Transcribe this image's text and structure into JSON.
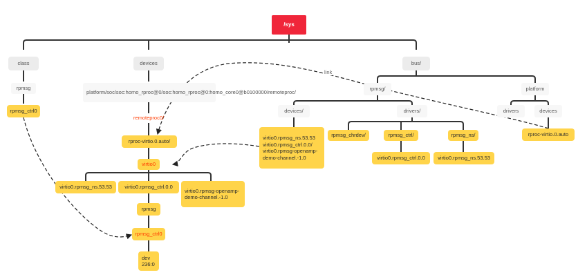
{
  "root": "/sys",
  "level1": {
    "class": "class",
    "devices": "devices",
    "bus": "bus/"
  },
  "class_branch": {
    "rpmsg": "rpmsg",
    "rpmsg_ctrl0": "rpmsg_ctrl0"
  },
  "devices_branch": {
    "platform_path": "platform/soc/soc:homo_rproc@0/soc:homo_rproc@0:homo_core0@b0100000/remoteproc/",
    "remoteproc0": "remoteproc0/",
    "rproc_virtio": "rproc-virtio.0.auto/",
    "virtio0": "virtio0",
    "ns": "virtio0.rpmsg_ns.53.53",
    "ctrl": "virtio0.rpmsg_ctrl.0.0",
    "demo": "virtio0.rpmsg-openamp-demo-channel.-1.0",
    "rpmsg": "rpmsg",
    "rpmsg_ctrl0": "rpmsg_ctrl0",
    "dev": "dev\n236:0"
  },
  "bus_branch": {
    "rpmsg": "rpmsg/",
    "platform": "platform",
    "devices_dir": "devices/",
    "drivers_dir": "drivers/",
    "devices_list": "virtio0.rpmsg_ns.53.53\nvirtio0.rpmsg_ctrl.0.0/\nvirtio0.rpmsg-openamp-demo-channel.-1.0",
    "chrdev": "rpmsg_chrdev/",
    "ctrl_dir": "rpmsg_ctrl/",
    "ns_dir": "rpmsg_ns/",
    "ctrl_child": "virtio0.rpmsg_ctrl.0.0",
    "ns_child": "virtio0.rpmsg_ns.53.53",
    "platform_drivers": "drivers",
    "platform_devices": "devices",
    "rproc_auto": "rproc-virtio.0.auto"
  },
  "link_label": "link",
  "colors": {
    "root": "#f0263a",
    "node_yellow": "#ffd44a",
    "node_grey": "#ececec",
    "accent_text": "#ff3b00",
    "line": "#333333"
  }
}
